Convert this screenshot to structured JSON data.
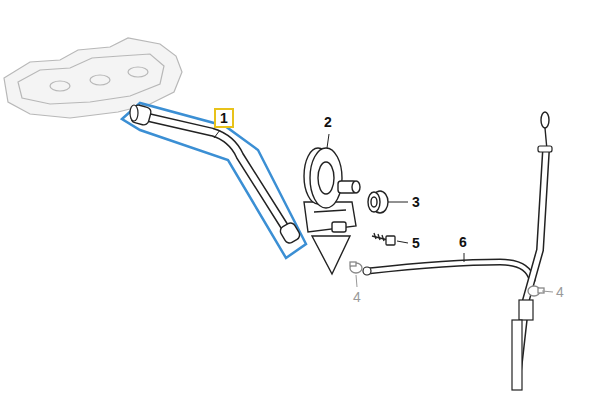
{
  "diagram": {
    "labels": [
      "1",
      "2",
      "3",
      "5",
      "6",
      "4",
      "4"
    ]
  }
}
